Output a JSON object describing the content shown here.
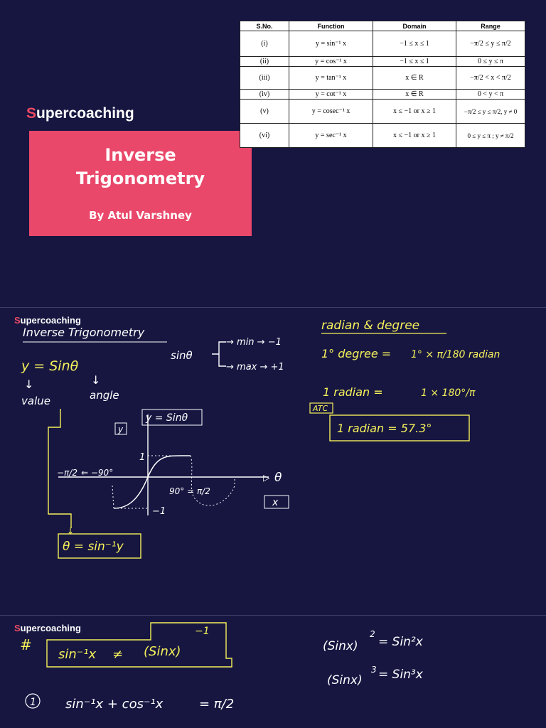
{
  "brand": {
    "prefix": "S",
    "name": "upercoaching"
  },
  "brand_small": {
    "prefix": "S",
    "name": "upercoaching"
  },
  "card": {
    "title_line1": "Inverse",
    "title_line2": "Trigonometry",
    "byline": "By Atul Varshney"
  },
  "table": {
    "headers": [
      "S.No.",
      "Function",
      "Domain",
      "Range"
    ],
    "rows": [
      {
        "sno": "(i)",
        "function": "y = sin⁻¹ x",
        "domain": "−1 ≤ x ≤ 1",
        "range": "−π/2 ≤ y ≤ π/2"
      },
      {
        "sno": "(ii)",
        "function": "y = cos⁻¹ x",
        "domain": "−1 ≤ x ≤ 1",
        "range": "0 ≤ y ≤ π"
      },
      {
        "sno": "(iii)",
        "function": "y = tan⁻¹ x",
        "domain": "x ∈ R",
        "range": "−π/2 < x < π/2"
      },
      {
        "sno": "(iv)",
        "function": "y = cot⁻¹ x",
        "domain": "x ∈ R",
        "range": "0 < y < π"
      },
      {
        "sno": "(v)",
        "function": "y = cosec⁻¹ x",
        "domain": "x ≤ −1  or  x ≥ 1",
        "range": "−π/2 ≤ y ≤ π/2, y ≠ 0"
      },
      {
        "sno": "(vi)",
        "function": "y = sec⁻¹ x",
        "domain": "x ≤ −1  or  x ≥ 1",
        "range": "0 ≤ y ≤ π ; y ≠ π/2"
      }
    ]
  },
  "notes2": {
    "heading": "Inverse Trigonometry",
    "sin_theta": "sinθ",
    "min": "→ min → −1",
    "max": "→ max → +1",
    "y_eq": "y = Sinθ",
    "value": "value",
    "angle": "angle",
    "graph_label": "y = Sinθ",
    "y_axis": "y",
    "x_axis": "x",
    "theta_axis": "θ",
    "one": "1",
    "neg_one": "−1",
    "neg_pi_2": "−π/2",
    "neg_90": "⇐ −90°",
    "ninety": "90° = π/2",
    "result": "θ = sin⁻¹y",
    "radian_degree": "radian & degree",
    "deg_eq": "1° degree =",
    "deg_rhs": "1° × π/180 radian",
    "rad_eq": "1 radian =",
    "rad_rhs": "1 × 180°/π",
    "atc": "ATC",
    "rad_box": "1 radian  =  57.3°"
  },
  "notes3": {
    "hash": "#",
    "identity_lhs": "sin⁻¹x",
    "neq": "≠",
    "identity_rhs": "(Sinx)",
    "exp": "−1",
    "sq_lhs": "(Sinx)",
    "sq_exp": "2",
    "sq_rhs": "= Sin²x",
    "cube_lhs": "(Sinx)",
    "cube_exp": "3",
    "cube_rhs": "= Sin³x",
    "item_num": "1",
    "sum": "sin⁻¹x + cos⁻¹x",
    "sum_rhs": "= π/2"
  }
}
